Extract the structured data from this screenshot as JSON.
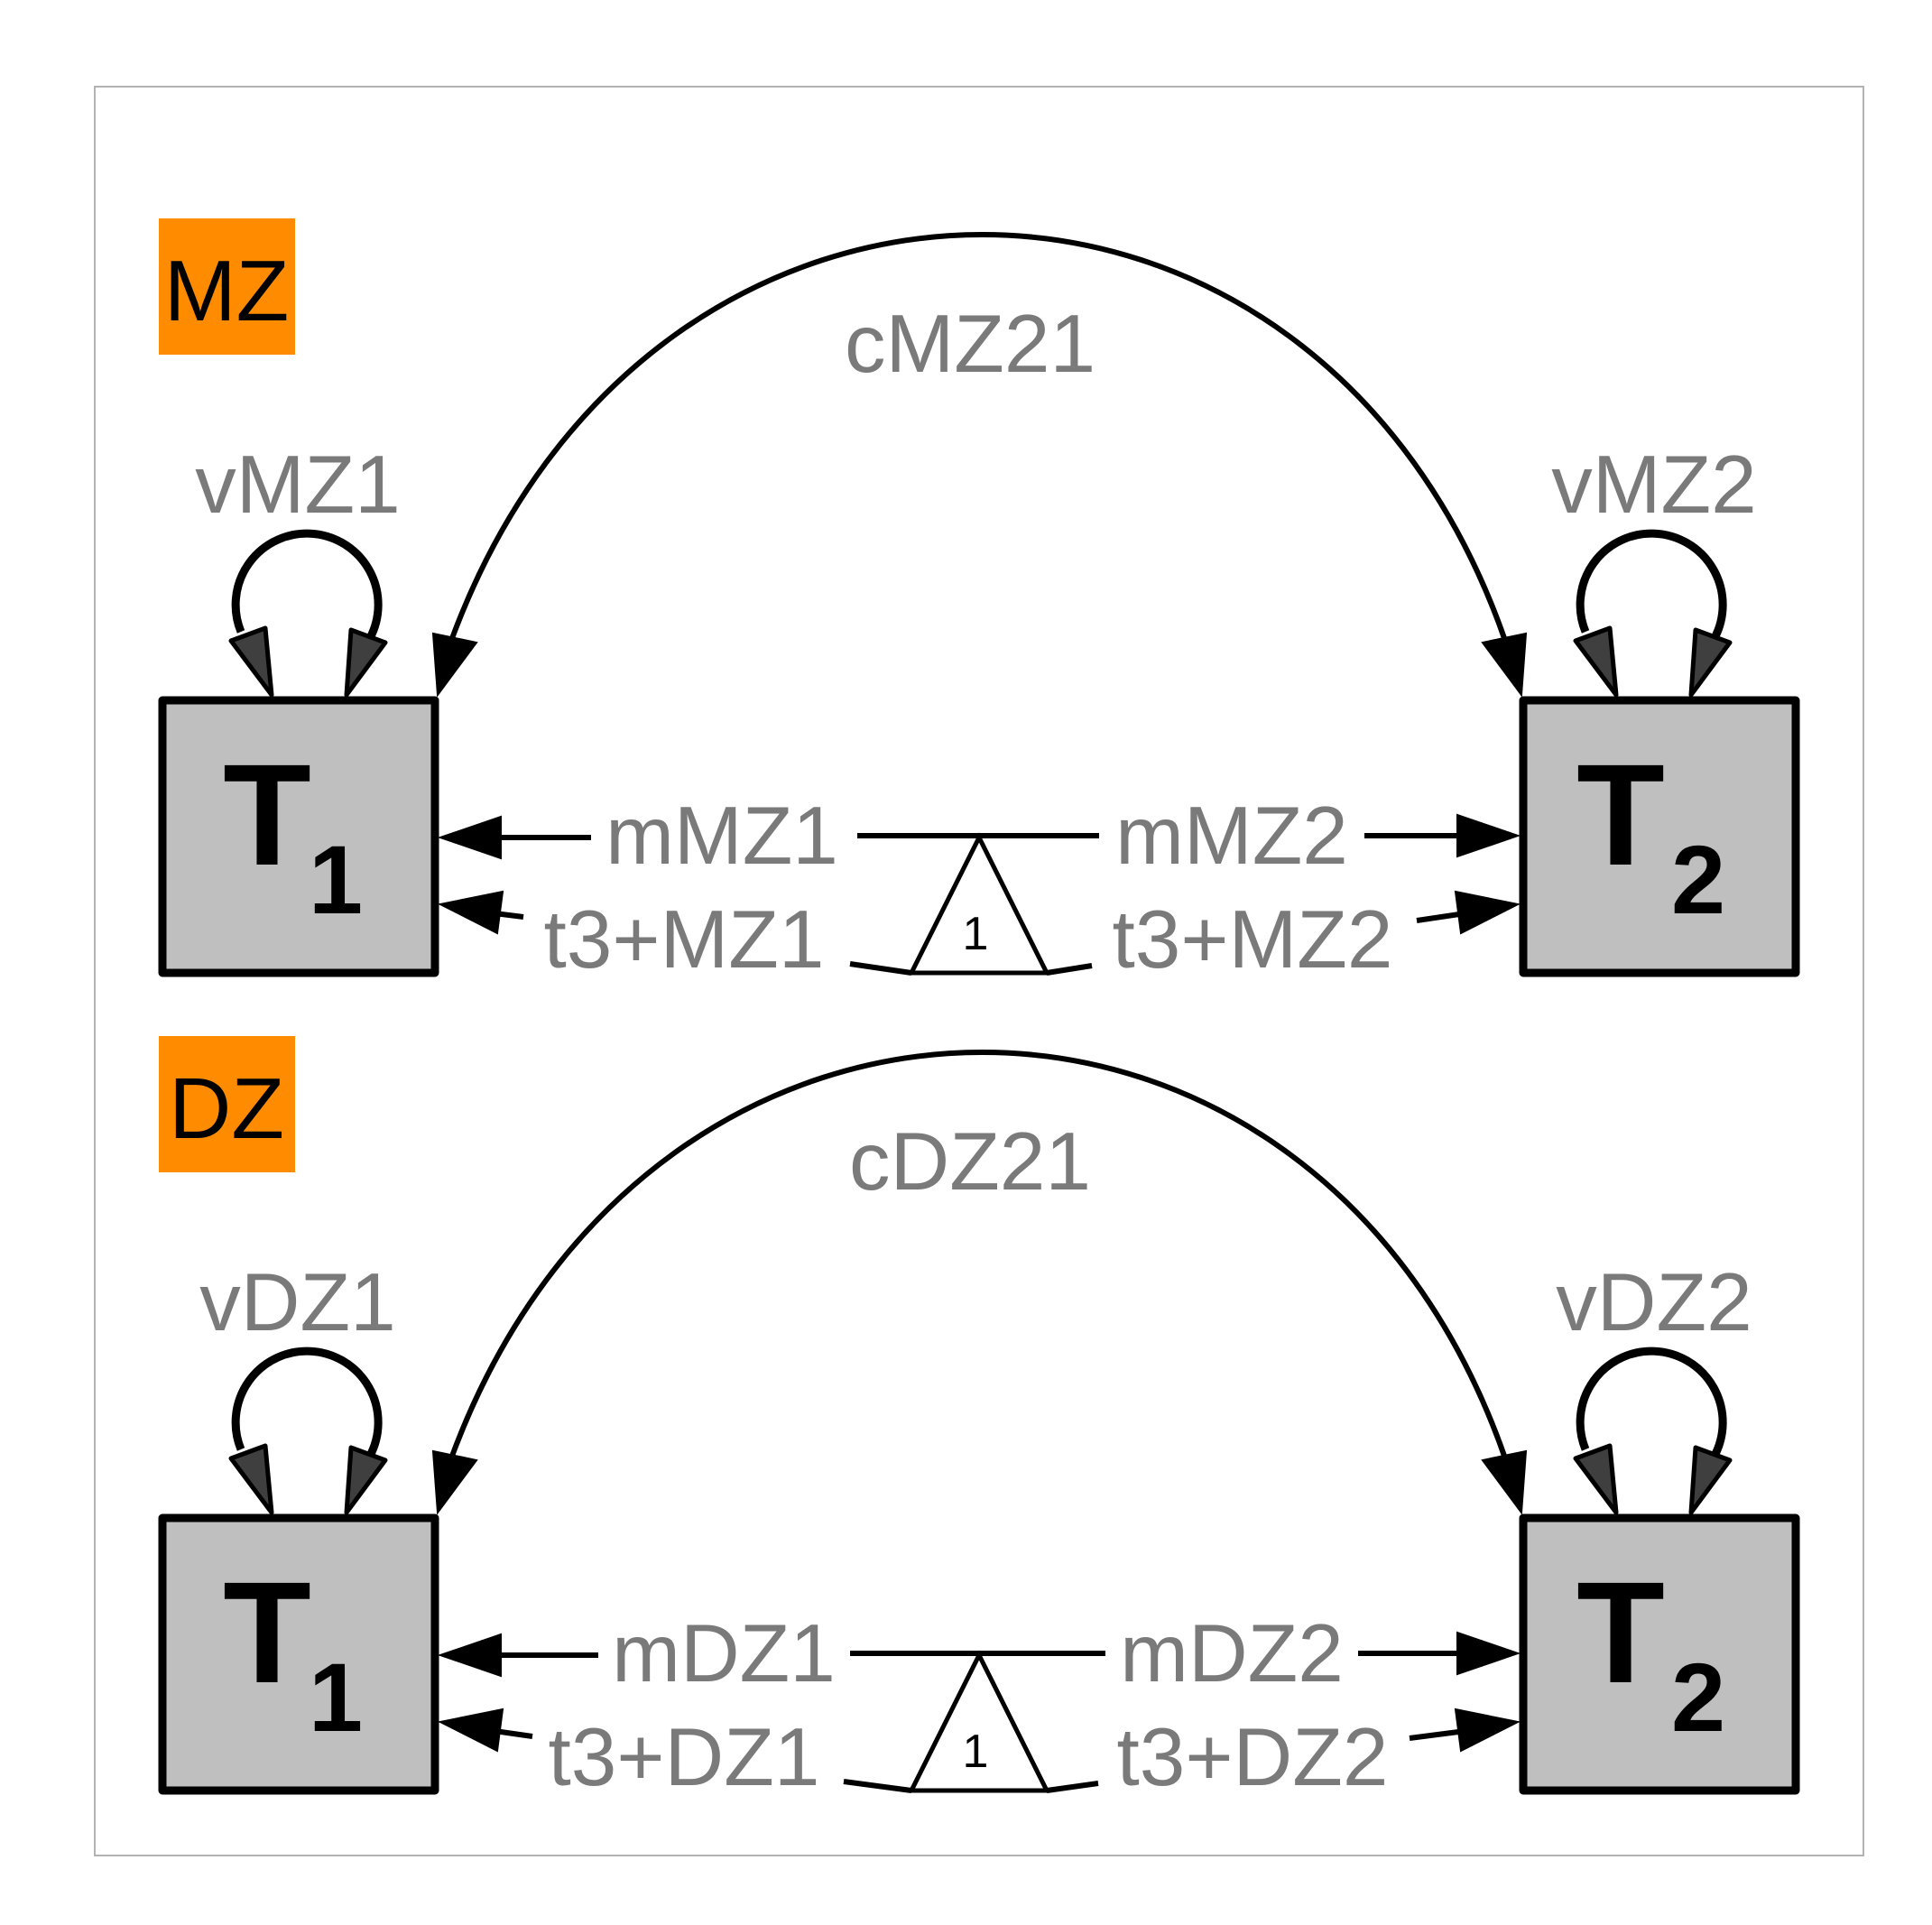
{
  "colors": {
    "group_badge": "#ff8c00",
    "manifest_fill": "#bfbfbf",
    "path_label": "#7a7a7a"
  },
  "groups": [
    {
      "name": "MZ",
      "t1": {
        "letter": "T",
        "sub": "1"
      },
      "t2": {
        "letter": "T",
        "sub": "2"
      },
      "cov": "cMZ21",
      "var1": "vMZ1",
      "var2": "vMZ2",
      "mean1": "mMZ1",
      "mean2": "mMZ2",
      "thr1": "t3+MZ1",
      "thr2": "t3+MZ2",
      "constant": "1"
    },
    {
      "name": "DZ",
      "t1": {
        "letter": "T",
        "sub": "1"
      },
      "t2": {
        "letter": "T",
        "sub": "2"
      },
      "cov": "cDZ21",
      "var1": "vDZ1",
      "var2": "vDZ2",
      "mean1": "mDZ1",
      "mean2": "mDZ2",
      "thr1": "t3+DZ1",
      "thr2": "t3+DZ2",
      "constant": "1"
    }
  ]
}
